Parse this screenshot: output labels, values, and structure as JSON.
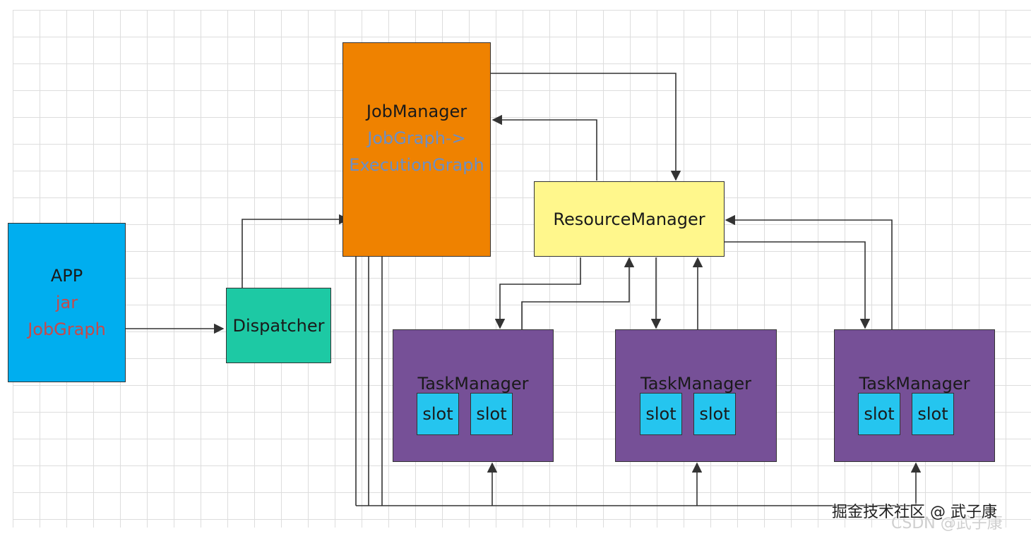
{
  "colors": {
    "app": "#00aeef",
    "dispatcher": "#1dc9a4",
    "jobmanager": "#ef8200",
    "resourcemanager": "#fff78c",
    "taskmanager": "#765097",
    "slot": "#25c5ef",
    "red_text": "#c8494a",
    "blue_text": "#6b8fc6",
    "wire": "#333333"
  },
  "nodes": {
    "app": {
      "title": "APP",
      "line1": "jar",
      "line2": "JobGraph"
    },
    "dispatcher": {
      "title": "Dispatcher"
    },
    "jobmanager": {
      "title": "JobManager",
      "line1": "JobGraph->",
      "line2": "ExecutionGraph"
    },
    "resourcemanager": {
      "title": "ResourceManager"
    },
    "taskmanagers": [
      {
        "title": "TaskManager",
        "slots": [
          "slot",
          "slot"
        ]
      },
      {
        "title": "TaskManager",
        "slots": [
          "slot",
          "slot"
        ]
      },
      {
        "title": "TaskManager",
        "slots": [
          "slot",
          "slot"
        ]
      }
    ]
  },
  "watermark": {
    "primary": "掘金技术社区 @ 武子康",
    "secondary": "CSDN @武子康"
  }
}
